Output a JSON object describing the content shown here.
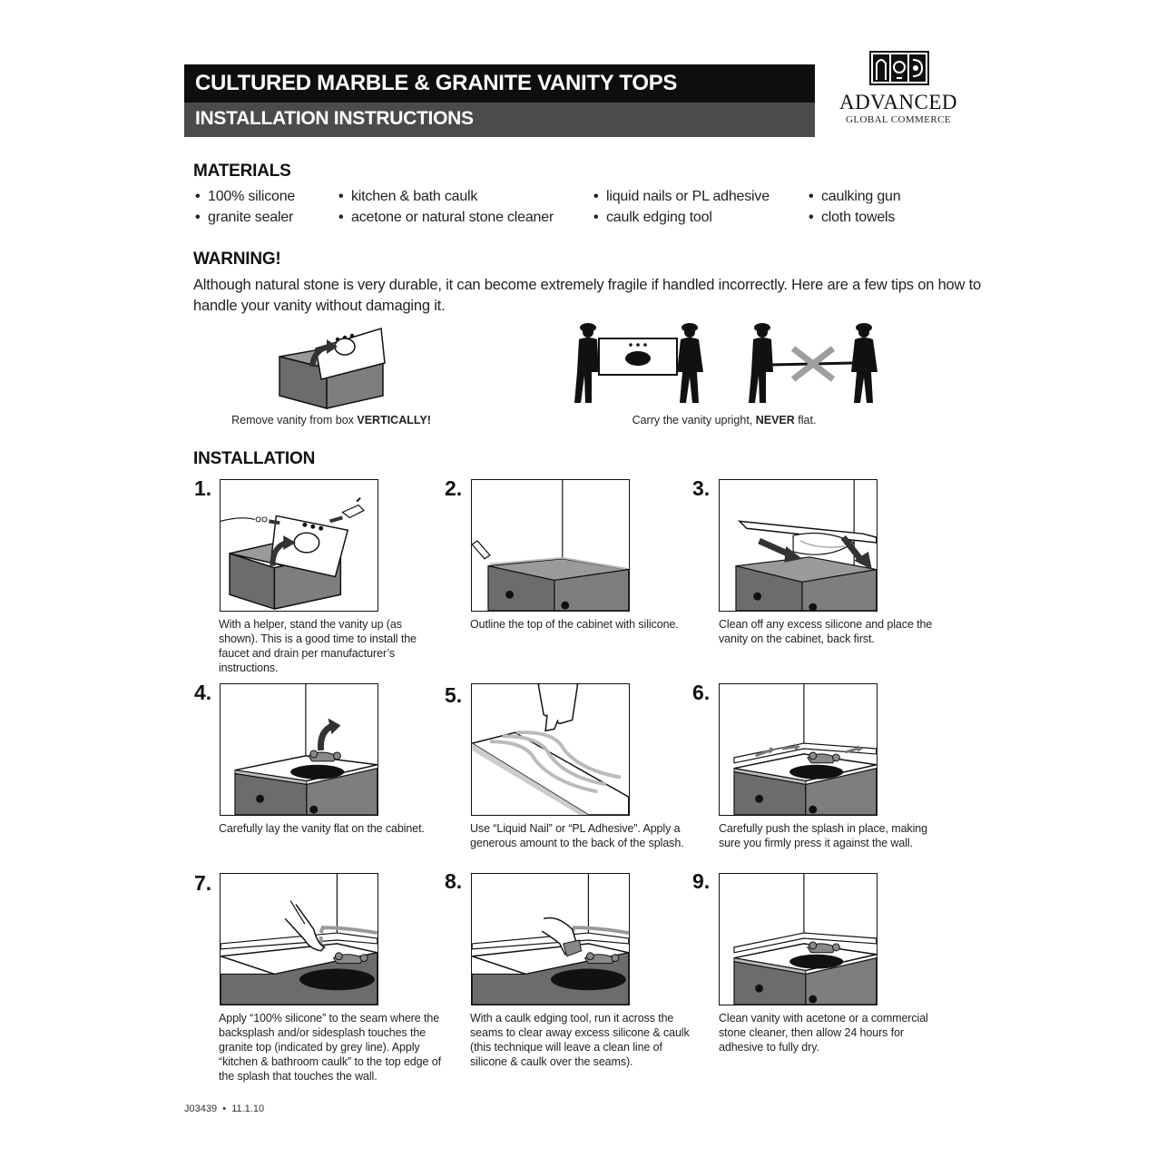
{
  "header": {
    "title": "CULTURED MARBLE & GRANITE VANITY TOPS",
    "subtitle": "INSTALLATION INSTRUCTIONS"
  },
  "logo": {
    "name": "ADVANCED",
    "tagline": "GLOBAL COMMERCE"
  },
  "materials": {
    "heading": "MATERIALS",
    "items": [
      "100% silicone",
      "granite sealer",
      "kitchen & bath caulk",
      "acetone or natural stone cleaner",
      "liquid nails or PL adhesive",
      "caulk edging tool",
      "caulking gun",
      "cloth towels"
    ]
  },
  "warning": {
    "heading": "WARNING!",
    "text": "Although natural stone is very durable, it can become extremely fragile if handled incorrectly. Here are a few tips on how to handle your vanity without damaging it.",
    "caption_left_pre": "Remove vanity from box ",
    "caption_left_bold": "VERTICALLY!",
    "caption_right_pre": "Carry the vanity upright, ",
    "caption_right_bold": "NEVER",
    "caption_right_post": " flat."
  },
  "installation": {
    "heading": "INSTALLATION",
    "steps": [
      {
        "num": "1.",
        "caption": "With a helper, stand the vanity up (as shown). This is a good time to install the faucet and drain per manufacturer’s instructions."
      },
      {
        "num": "2.",
        "caption": "Outline the top of the cabinet with silicone."
      },
      {
        "num": "3.",
        "caption": "Clean off any excess silicone and place the vanity on the cabinet, back first."
      },
      {
        "num": "4.",
        "caption": "Carefully lay the vanity flat on the cabinet."
      },
      {
        "num": "5.",
        "caption": "Use “Liquid Nail” or “PL Adhesive”. Apply a generous amount to the back of the splash."
      },
      {
        "num": "6.",
        "caption": "Carefully push the splash in place, making sure you firmly press it against the wall."
      },
      {
        "num": "7.",
        "caption": "Apply “100% silicone” to the seam where the backsplash and/or sidesplash touches the granite top (indicated by grey line). Apply “kitchen & bathroom caulk” to the top edge of the splash that touches the wall."
      },
      {
        "num": "8.",
        "caption": "With a caulk edging tool, run it across the seams to clear away excess silicone & caulk (this technique will leave a clean line of silicone & caulk over the seams)."
      },
      {
        "num": "9.",
        "caption": "Clean vanity with acetone or a commercial stone cleaner, then allow 24 hours for adhesive to fully dry."
      }
    ]
  },
  "footer": {
    "code": "J03439",
    "date": "11.1.10"
  }
}
